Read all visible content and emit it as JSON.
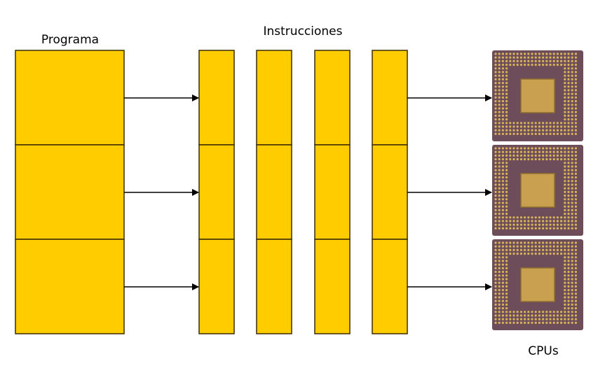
{
  "labels": {
    "program": "Programa",
    "instructions": "Instrucciones",
    "cpus": "CPUs"
  },
  "structure": {
    "program_blocks": 3,
    "instruction_columns": 4,
    "rows": 3,
    "cpu_count": 3
  },
  "colors": {
    "block_fill": "#ffcc00",
    "block_stroke": "#3a2c00",
    "arrow": "#000000",
    "cpu_substrate": "#6e4d5a",
    "cpu_pin": "#d7b45a",
    "cpu_die": "#c8a050",
    "cpu_die_edge": "#8e6e30"
  }
}
